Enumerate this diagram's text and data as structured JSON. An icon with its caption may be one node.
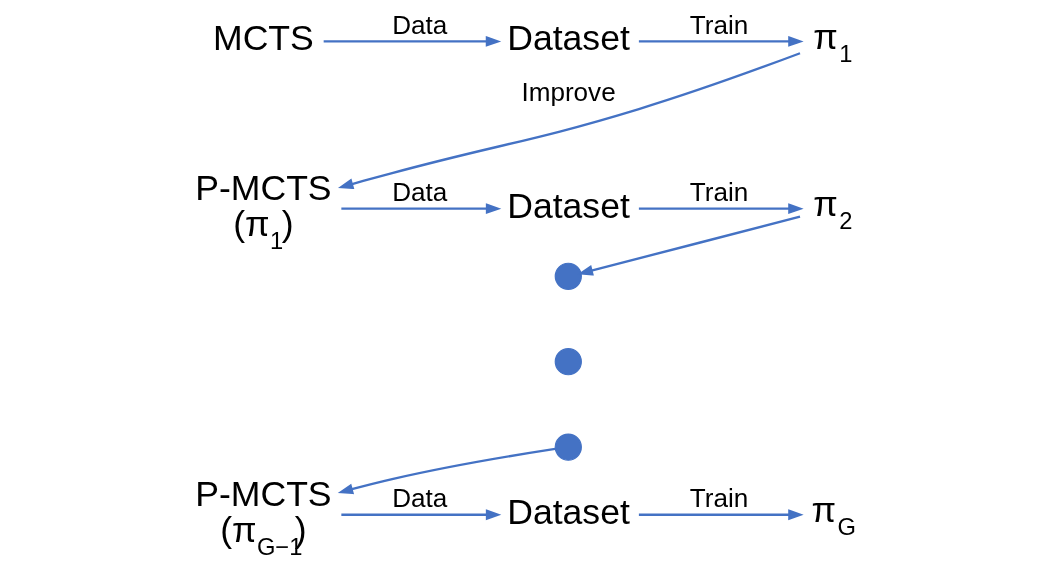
{
  "diagram": {
    "nodes": [
      {
        "text": [
          "MCTS"
        ]
      },
      {
        "text": [
          "Dataset"
        ]
      },
      {
        "text": [
          "π$_{1}$"
        ]
      },
      {
        "text": [
          "P-MCTS",
          "(π$_{1}$)"
        ]
      },
      {
        "text": [
          "Dataset"
        ]
      },
      {
        "text": [
          "π$_{2}$"
        ]
      },
      {
        "text": [],
        "shape": "circle"
      },
      {
        "text": [],
        "shape": "circle"
      },
      {
        "text": [],
        "shape": "circle"
      },
      {
        "text": [
          "P-MCTS",
          "(π$_{G−1}$)"
        ]
      },
      {
        "text": [
          "Dataset"
        ]
      },
      {
        "text": [
          "π$_{G}$"
        ]
      }
    ],
    "edges": [
      {
        "from": 0,
        "to": 1,
        "arrow": "to",
        "label": "Data"
      },
      {
        "from": 1,
        "to": 2,
        "arrow": "to",
        "label": "Train"
      },
      {
        "from": 2,
        "to": 3,
        "arrow": "to",
        "label": "Improve"
      },
      {
        "from": 3,
        "to": 4,
        "arrow": "to",
        "label": "Data"
      },
      {
        "from": 4,
        "to": 5,
        "arrow": "to",
        "label": "Train"
      },
      {
        "from": 5,
        "to": 6,
        "arrow": "to"
      },
      {
        "from": 8,
        "to": 9,
        "arrow": "to"
      },
      {
        "from": 9,
        "to": 10,
        "arrow": "to",
        "label": "Data"
      },
      {
        "from": 10,
        "to": 11,
        "arrow": "to",
        "label": "Train"
      }
    ]
  }
}
